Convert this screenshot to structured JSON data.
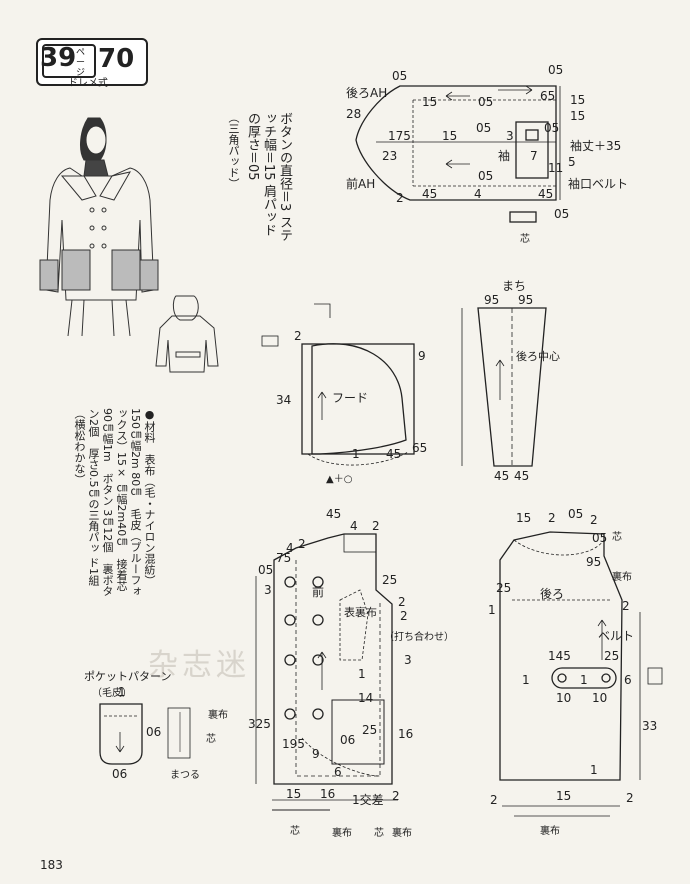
{
  "badge": {
    "page": "39",
    "page_unit": "ページ",
    "number": "70",
    "style": "ドレメ式"
  },
  "notes": {
    "button_diameter": "ボタンの直径＝3",
    "stitch_width": "ステッチ幅＝15",
    "pad_thickness": "肩パッドの厚さ＝05",
    "pad_note": "（三角パッド）"
  },
  "materials": {
    "line1": "●材料　表布（毛・ナイロン混紡）150㎝幅2m",
    "line2": "80㎝　毛皮（ブルーフォックス）15×",
    "line3": "㎝幅2m40㎝　接着芯90㎝幅1m　ボタン",
    "line4": "3㎝12個　裏ボタン2個　厚さ0.5㎝の三角パッ",
    "line5": "ド1組",
    "line6": "（横松わかな）"
  },
  "watermark": "杂志迷",
  "page_number": "183",
  "labels": {
    "back_ah": "後ろAH",
    "front_ah": "前AH",
    "sleeve": "袖",
    "sleeve_length": "袖丈＋35",
    "cuff_belt": "袖口ベルト",
    "interfacing": "芯",
    "lining": "裏布",
    "hood": "フード",
    "hood_marks": "▲＋○",
    "gusset": "まち",
    "back_center": "後ろ中心",
    "front": "前",
    "back": "後ろ",
    "facing": "表裏布",
    "overlap": "（打ち合わせ）",
    "overlap_diff": "1交差",
    "belt": "ベルト",
    "pocket_pattern": "ポケットパターン",
    "fur": "（毛皮）",
    "slipstitch": "まつる"
  },
  "dims": {
    "sleeve_05a": "05",
    "sleeve_05b": "05",
    "sleeve_28": "28",
    "sleeve_15a": "15",
    "sleeve_05c": "05",
    "sleeve_65": "65",
    "sleeve_15b": "15",
    "sleeve_15c": "15",
    "sleeve_175": "175",
    "sleeve_15d": "15",
    "sleeve_05d": "05",
    "sleeve_3": "3",
    "sleeve_05e": "05",
    "sleeve_23": "23",
    "sleeve_7": "7",
    "sleeve_5": "5",
    "sleeve_11": "11",
    "sleeve_05f": "05",
    "sleeve_45a": "45",
    "sleeve_4": "4",
    "sleeve_45b": "45",
    "sleeve_2": "2",
    "sleeve_05g": "05",
    "hood_2": "2",
    "hood_9": "9",
    "hood_34": "34",
    "hood_65": "65",
    "hood_1": "1",
    "hood_45": "45",
    "gusset_95a": "95",
    "gusset_95b": "95",
    "gusset_45a": "45",
    "gusset_45b": "45",
    "front_45": "45",
    "front_4": "4",
    "front_2a": "2",
    "front_4b": "4",
    "front_2b": "2",
    "front_05": "05",
    "front_75": "75",
    "front_3": "3",
    "front_25": "25",
    "front_2c": "2",
    "front_2d": "2",
    "front_3b": "3",
    "front_1": "1",
    "front_14": "14",
    "front_25b": "25",
    "front_16": "16",
    "front_06": "06",
    "front_325": "325",
    "front_195": "195",
    "front_9": "9",
    "front_6": "6",
    "front_15": "15",
    "front_16b": "16",
    "front_2e": "2",
    "back_15a": "15",
    "back_2a": "2",
    "back_05a": "05",
    "back_2b": "2",
    "back_05b": "05",
    "back_25": "25",
    "back_95": "95",
    "back_2c": "2",
    "back_1a": "1",
    "belt_145": "145",
    "belt_25": "25",
    "back_1b": "1",
    "belt_1": "1",
    "belt_6": "6",
    "belt_10a": "10",
    "belt_10b": "10",
    "back_33": "33",
    "back_1c": "1",
    "back_2d": "2",
    "back_15b": "15",
    "back_2e": "2",
    "pocket_1": "1",
    "pocket_06a": "06",
    "pocket_06b": "06"
  }
}
